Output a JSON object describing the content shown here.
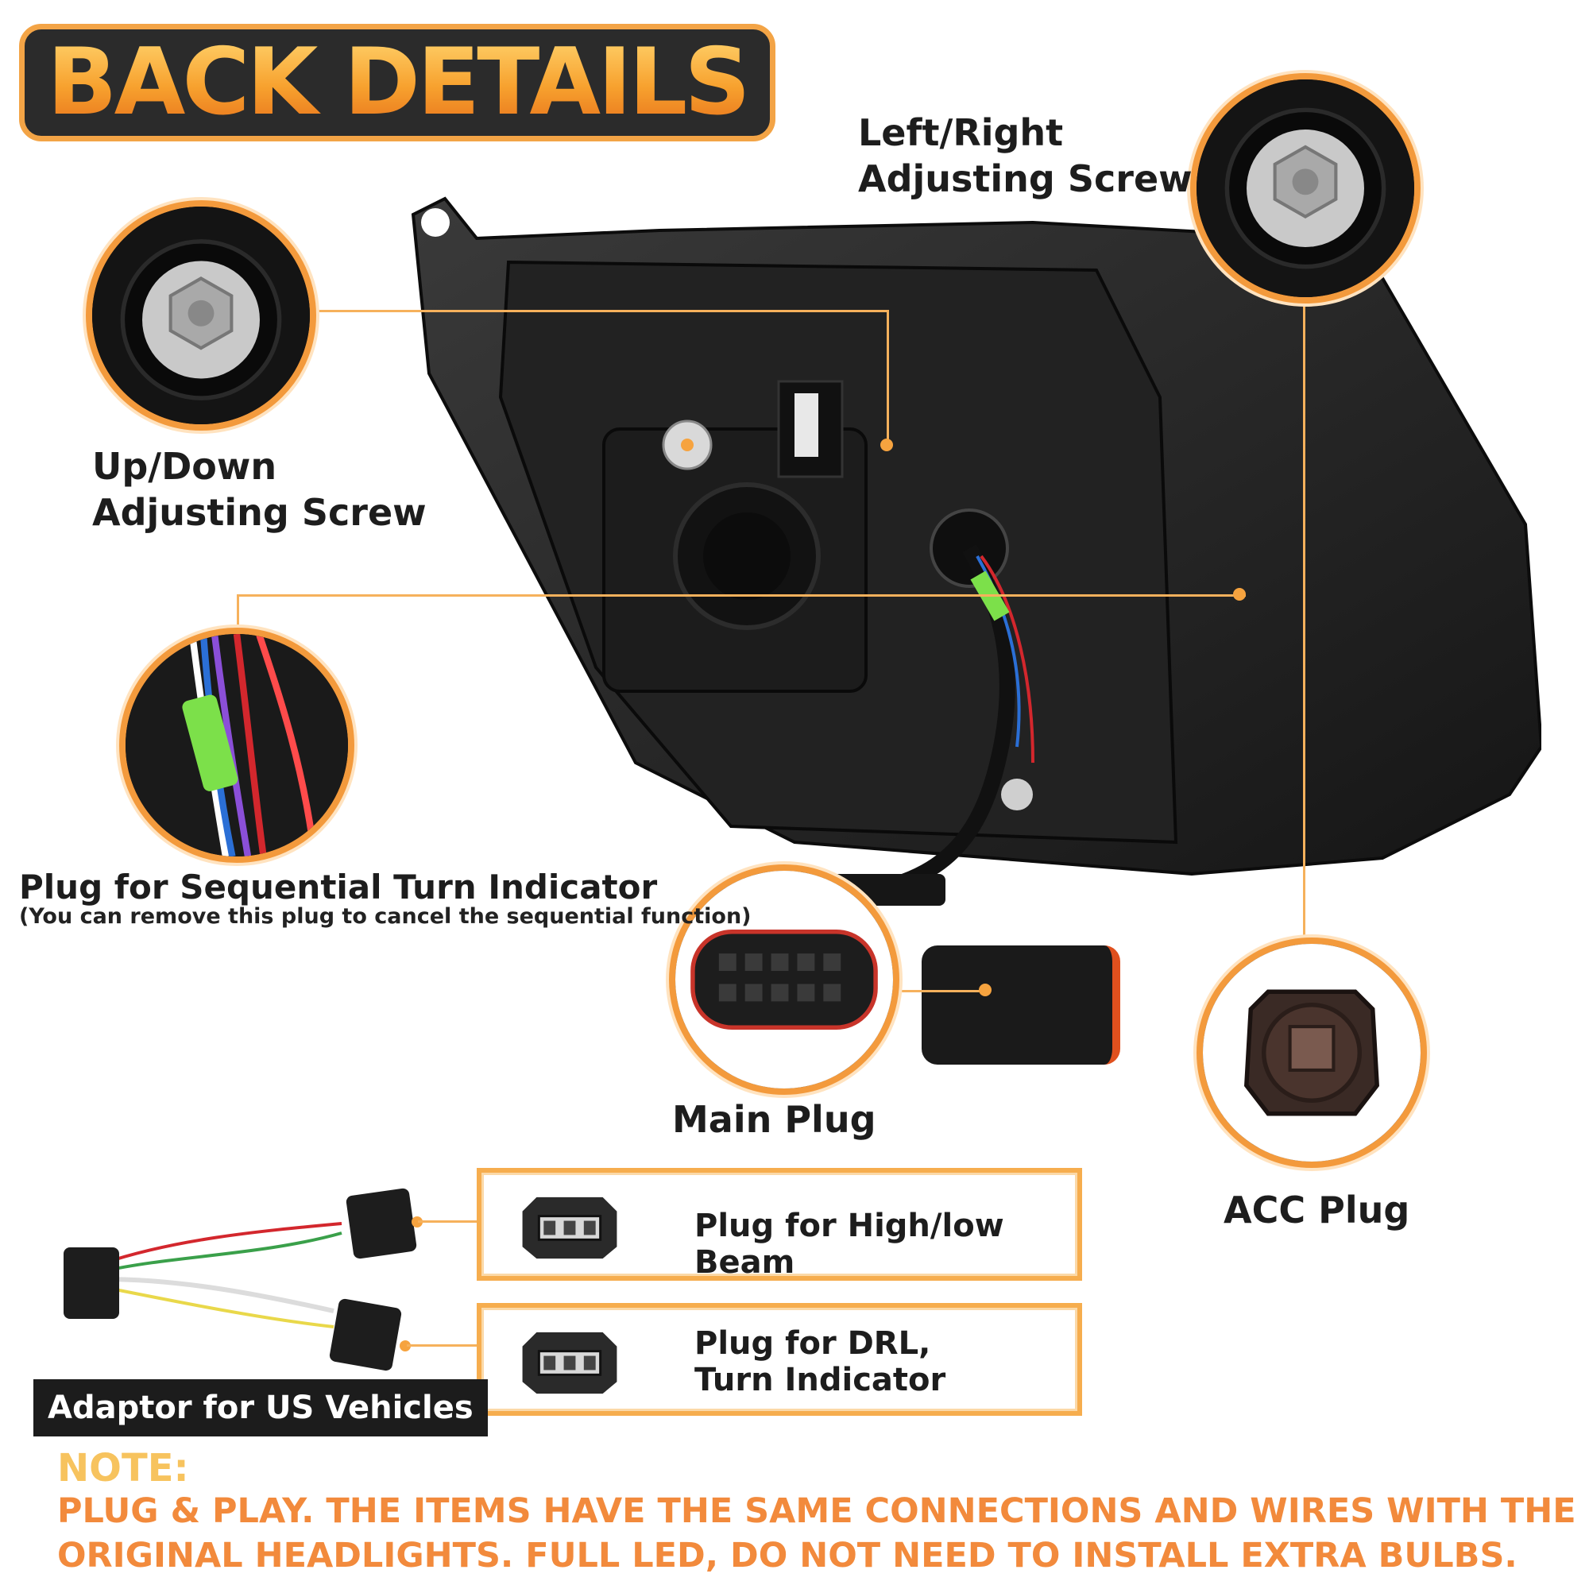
{
  "title": "BACK DETAILS",
  "labels": {
    "left_right_screw": [
      "Left/Right",
      "Adjusting Screw"
    ],
    "up_down_screw": [
      "Up/Down",
      "Adjusting Screw"
    ],
    "sequential_plug": "Plug for Sequential Turn Indicator",
    "sequential_note": "(You can remove this plug to cancel the sequential function)",
    "main_plug": "Main Plug",
    "acc_plug": "ACC Plug"
  },
  "adaptor": {
    "label": "Adaptor for US Vehicles",
    "plugs": [
      {
        "lines": [
          "Plug for High/low Beam"
        ]
      },
      {
        "lines": [
          "Plug for DRL,",
          "Turn Indicator"
        ]
      }
    ]
  },
  "note": {
    "heading": "NOTE:",
    "lines": [
      "PLUG & PLAY. THE ITEMS HAVE THE SAME CONNECTIONS AND WIRES WITH THE",
      "ORIGINAL HEADLIGHTS. FULL LED, DO NOT NEED TO INSTALL EXTRA BULBS."
    ]
  },
  "colors": {
    "accent": "#f39a3c",
    "note": "#f28a3c",
    "note_heading": "#f7c35e",
    "dark": "#1c1c1c"
  },
  "icons": [
    "adjusting-screw-icon",
    "wire-connector-icon",
    "main-plug-icon",
    "acc-plug-icon",
    "adaptor-plug-icon"
  ]
}
